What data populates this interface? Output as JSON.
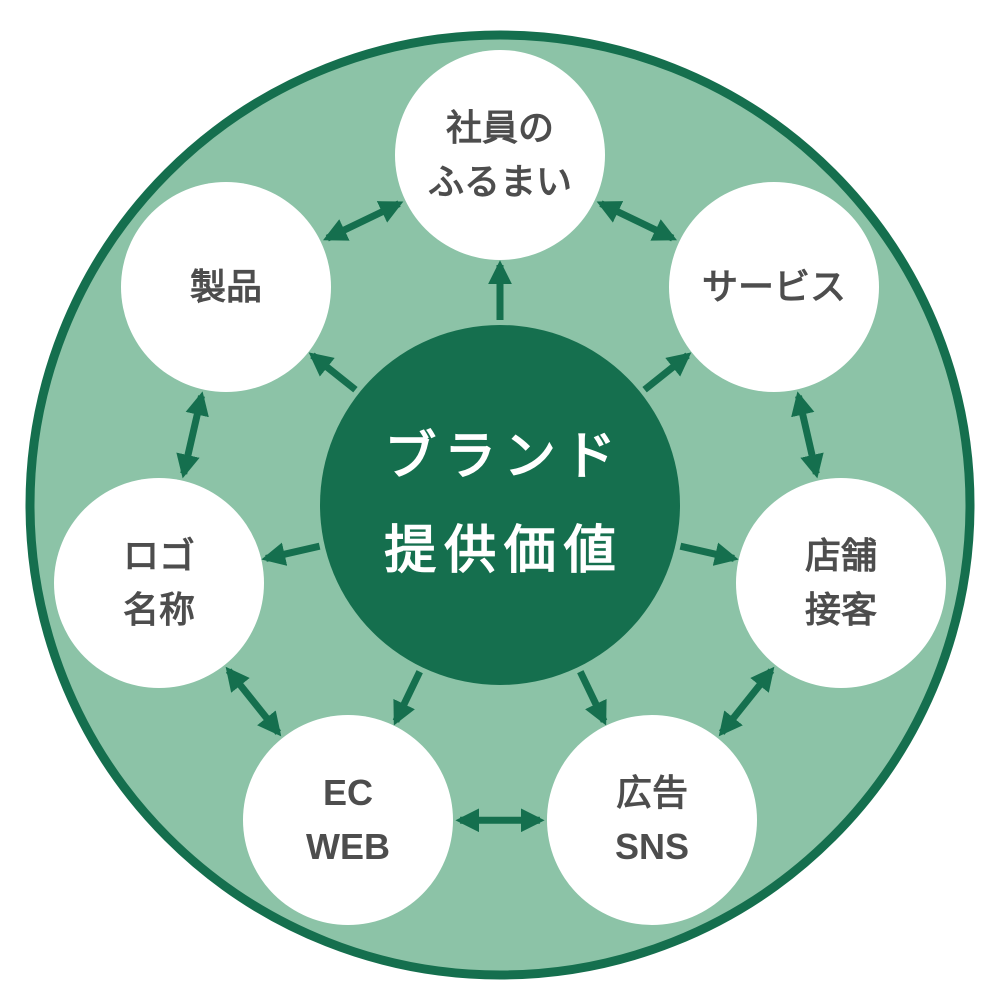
{
  "diagram": {
    "center": {
      "line1": "ブランド",
      "line2": "提供価値"
    },
    "nodes": [
      {
        "name": "employee-behavior",
        "line1": "社員の",
        "line2": "ふるまい"
      },
      {
        "name": "service",
        "line1": "サービス"
      },
      {
        "name": "store-customer-service",
        "line1": "店舗",
        "line2": "接客"
      },
      {
        "name": "ads-sns",
        "line1": "広告",
        "line2": "SNS"
      },
      {
        "name": "ec-web",
        "line1": "EC",
        "line2": "WEB"
      },
      {
        "name": "logo-name",
        "line1": "ロゴ",
        "line2": "名称"
      },
      {
        "name": "product",
        "line1": "製品"
      }
    ],
    "colors": {
      "dark_green": "#156f4e",
      "light_green": "#8cc3a7",
      "label_gray": "#4d4d4d",
      "node_white": "#ffffff"
    }
  }
}
